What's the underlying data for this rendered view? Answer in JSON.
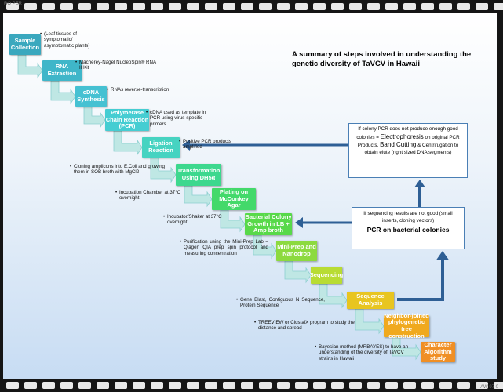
{
  "title": "A summary of steps involved in understanding the genetic diversity of TaVCV in Hawaii",
  "film_edge": {
    "left": "RO PER",
    "right": "AW 97 0"
  },
  "steps": [
    {
      "label": "Sample Collection",
      "color": "#3aa8be"
    },
    {
      "label": "RNA Extraction",
      "color": "#3fb6c9"
    },
    {
      "label": "cDNA Synthesis",
      "color": "#45c1d2"
    },
    {
      "label": "Polymerase Chain Reaction (PCR)",
      "color": "#45cdd2"
    },
    {
      "label": "Ligation Reaction",
      "color": "#46d3c1"
    },
    {
      "label": "Transformation Using DH5α",
      "color": "#3dd88e"
    },
    {
      "label": "Plating on McConkey Agar",
      "color": "#43d96a"
    },
    {
      "label": "Bacterial Colony Growth in LB + Amp broth",
      "color": "#58d94a"
    },
    {
      "label": "Mini-Prep and Nanodrop",
      "color": "#8cda3f"
    },
    {
      "label": "Sequencing",
      "color": "#b8dc33"
    },
    {
      "label": "Sequence Analysis",
      "color": "#e8c520"
    },
    {
      "label": "Neighbor-joined phylogenetic tree construction",
      "color": "#f0a91e"
    },
    {
      "label": "Character Algorithm study",
      "color": "#f08f25"
    }
  ],
  "notes": [
    "(Leaf tissues of symptomatic/ asymptomatic plants)",
    "Macherey-Nagel NucleoSpin® RNA II Kit",
    "RNAs reverse-transcription",
    "cDNA used as template in PCR using virus-specific primers",
    "Positive PCR products amplified",
    "Cloning amplicons into E.Coli and growing them in SOB broth with MgCl2",
    "Incubation Chamber at 37°C overnight",
    "Incubator/Shaker at 37°C overnight",
    "Purification using the Mini-Prep Lab – Qiagen QIA prep spin protocol and measuring concentration",
    "Gene Blast, Contiguous N Sequence, Protein Sequence",
    "TREEVIEW or ClustalX program to study the distance and spread",
    "Bayesian method (MRBAYES) to have an understanding of the diversity of TaVCV strains in Hawaii"
  ],
  "box1": {
    "line1": "If colony PCR does not produce enough good colonies =",
    "emph1": "Electrophoresis",
    "line2": "on original PCR Products,",
    "emph2": "Band Cutting",
    "line3": "& Centrifugation to obtain elute (right sized DNA segments)"
  },
  "box2": {
    "line1": "If sequencing results are not good (small inserts, cloning vectors)",
    "emph": "PCR on bacterial colonies"
  },
  "colors": {
    "arrow_light": "#bfe7e4",
    "arrow_blue": "#2e5f95",
    "box_border": "#4a7fb5"
  }
}
